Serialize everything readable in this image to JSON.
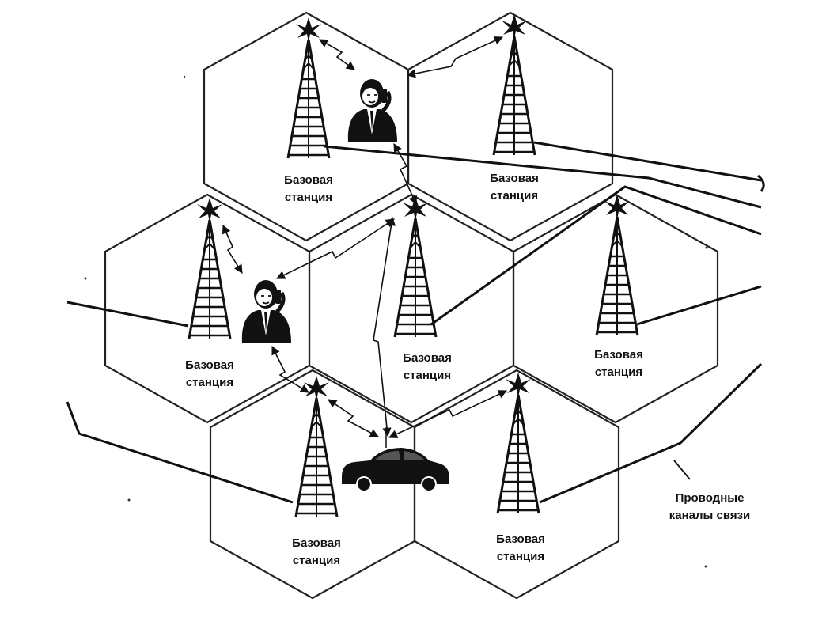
{
  "stations": [
    {
      "id": "bs-top-left",
      "label_line1": "Базовая",
      "label_line2": "станция"
    },
    {
      "id": "bs-top-right",
      "label_line1": "Базовая",
      "label_line2": "станция"
    },
    {
      "id": "bs-mid-left",
      "label_line1": "Базовая",
      "label_line2": "станция"
    },
    {
      "id": "bs-center",
      "label_line1": "Базовая",
      "label_line2": "станция"
    },
    {
      "id": "bs-mid-right",
      "label_line1": "Базовая",
      "label_line2": "станция"
    },
    {
      "id": "bs-bottom-left",
      "label_line1": "Базовая",
      "label_line2": "станция"
    },
    {
      "id": "bs-bottom-right",
      "label_line1": "Базовая",
      "label_line2": "станция"
    }
  ],
  "wired_label": {
    "line1": "Проводные",
    "line2": "каналы связи"
  },
  "icons": {
    "tower": "radio-tower-icon",
    "person": "mobile-user-icon",
    "car": "car-icon"
  },
  "colors": {
    "ink": "#111111",
    "background": "#ffffff"
  }
}
